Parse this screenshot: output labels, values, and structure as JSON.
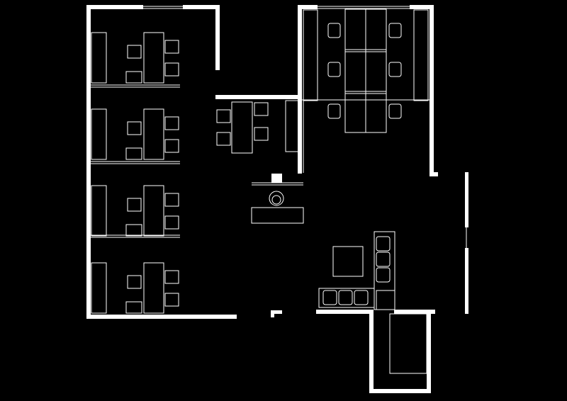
{
  "colors": {
    "background": "#000000",
    "lines": "#ffffff"
  },
  "plan": {
    "type": "office-floor-plan",
    "rooms": [
      "office-1",
      "office-2",
      "office-3",
      "office-4",
      "small-meeting-room",
      "conference-room",
      "reception",
      "lounge",
      "storage-room"
    ]
  }
}
